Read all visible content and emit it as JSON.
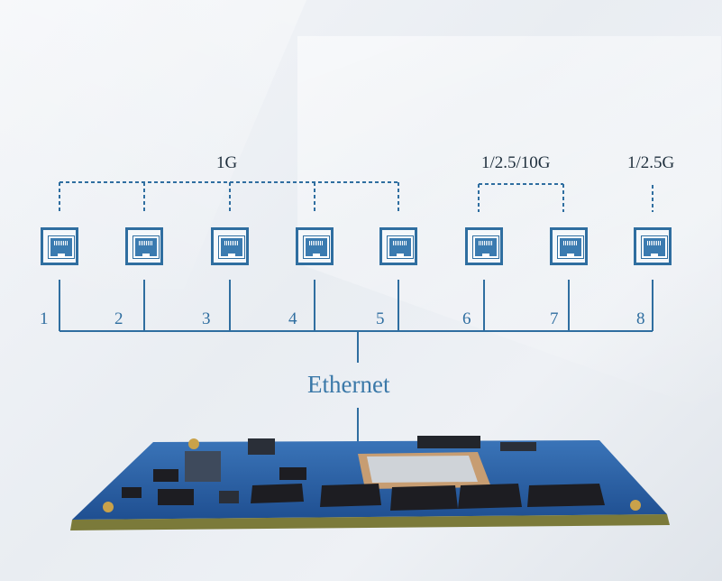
{
  "groups": {
    "g1": "1G",
    "g2": "1/2.5/10G",
    "g3": "1/2.5G"
  },
  "ports": [
    "1",
    "2",
    "3",
    "4",
    "5",
    "6",
    "7",
    "8"
  ],
  "bus_label": "Ethernet",
  "colors": {
    "line": "#2f6ea0",
    "port_fill": "#3b7bb0",
    "pcb": "#2a5fa6",
    "pcb_edge": "#7b7a3a",
    "chip": "#1d1d22"
  },
  "icons": {
    "port": "rj45-port-icon",
    "board": "circuit-board-image"
  }
}
